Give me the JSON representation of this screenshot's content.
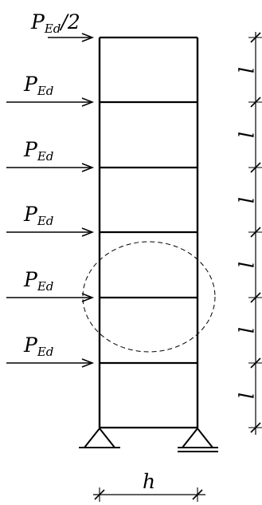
{
  "loads": [
    {
      "symbol": "P",
      "subscript": "Ed",
      "suffix": "/2"
    },
    {
      "symbol": "P",
      "subscript": "Ed",
      "suffix": ""
    },
    {
      "symbol": "P",
      "subscript": "Ed",
      "suffix": ""
    },
    {
      "symbol": "P",
      "subscript": "Ed",
      "suffix": ""
    },
    {
      "symbol": "P",
      "subscript": "Ed",
      "suffix": ""
    },
    {
      "symbol": "P",
      "subscript": "Ed",
      "suffix": ""
    }
  ],
  "storey_labels": [
    "l",
    "l",
    "l",
    "l",
    "l",
    "l"
  ],
  "width_label": "h"
}
